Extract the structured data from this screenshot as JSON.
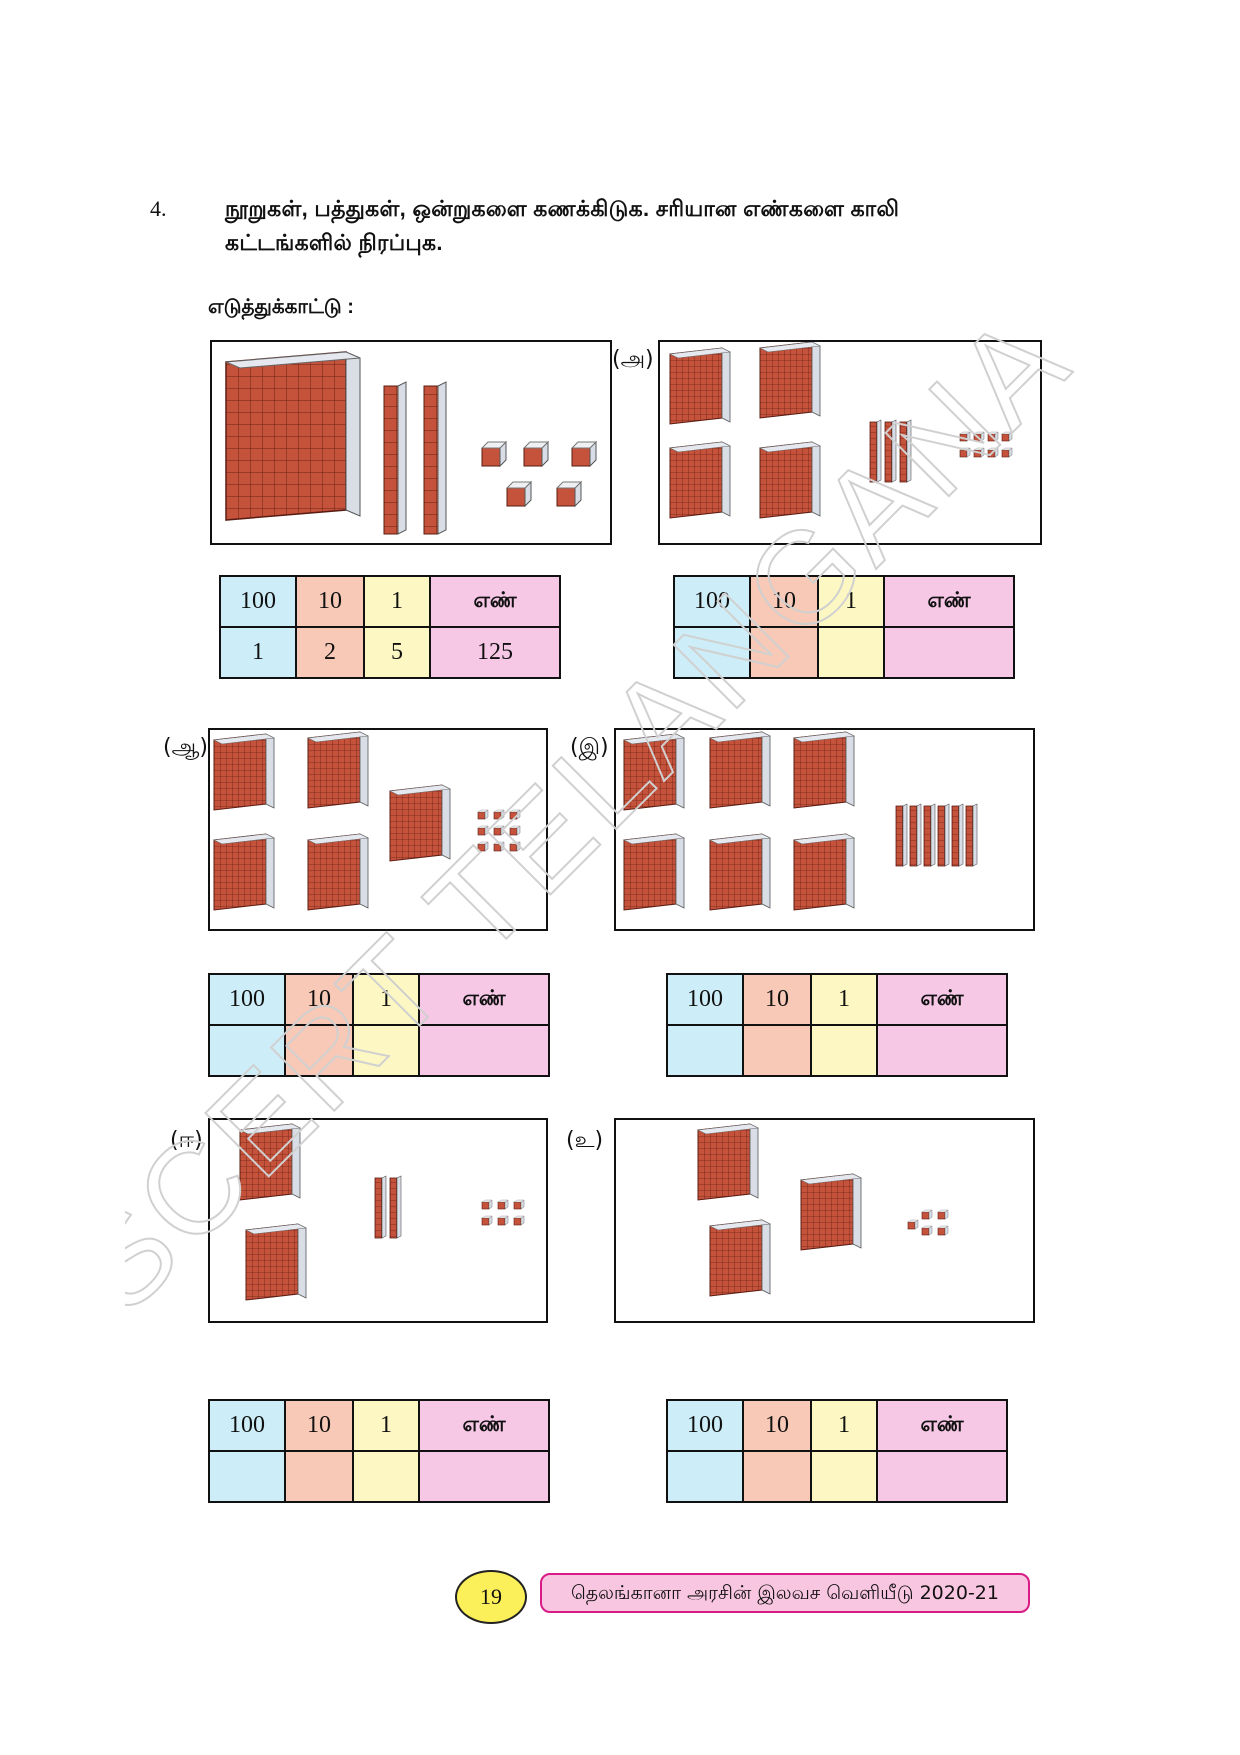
{
  "question": {
    "number": "4.",
    "line1": "நூறுகள், பத்துகள், ஒன்றுகளை கணக்கிடுக. சரியான எண்களை காலி",
    "line2": "கட்டங்களில்  நிரப்புக."
  },
  "example_label": "எடுத்துக்காட்டு :",
  "headers": {
    "hundreds": "100",
    "tens": "10",
    "ones": "1",
    "number": "எண்"
  },
  "example_answers": {
    "hundreds": "1",
    "tens": "2",
    "ones": "5",
    "number": "125"
  },
  "labels": {
    "a": "(அ)",
    "aa": "(ஆ)",
    "i": "(இ)",
    "ii": "(ஈ)",
    "u": "(உ)"
  },
  "block_counts": {
    "example": {
      "hundreds": 1,
      "tens": 2,
      "ones": 5
    },
    "a": {
      "hundreds": 4,
      "tens": 3,
      "ones": 8
    },
    "aa": {
      "hundreds": 5,
      "tens": 0,
      "ones": 9
    },
    "i": {
      "hundreds": 6,
      "tens": 6,
      "ones": 0
    },
    "ii": {
      "hundreds": 2,
      "tens": 2,
      "ones": 6
    },
    "u": {
      "hundreds": 3,
      "tens": 0,
      "ones": 5
    }
  },
  "colors": {
    "brick": "#c5523b",
    "grout": "#6b2116",
    "side": "#d9dee6",
    "watermark": "#dcdcdc"
  },
  "watermark": "SCERT TELANGANA",
  "footer": {
    "page_number": "19",
    "text": "தெலங்கானா அரசின் இலவச வெளியீடு 2020-21"
  }
}
